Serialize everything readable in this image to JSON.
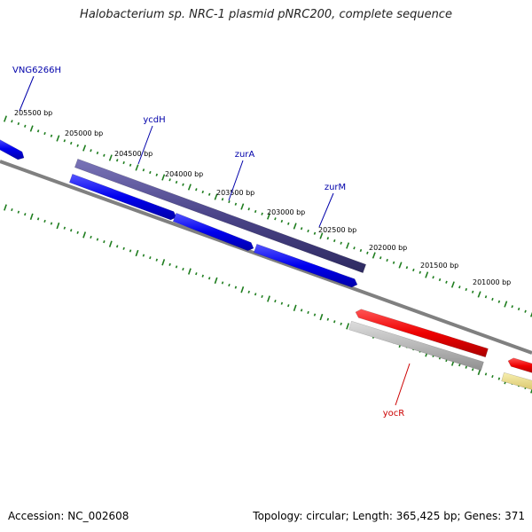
{
  "title": "Halobacterium sp. NRC-1 plasmid pNRC200, complete sequence",
  "colors": {
    "backbone": "#808080",
    "tick": "#1e7d1e",
    "forward_gene": "#0000ee",
    "forward_cds": "#4a4488",
    "reverse_gene": "#ee0000",
    "reverse_cds": "#b8b8b8",
    "misc_feature": "#eedd88",
    "forward_label": "#0000aa",
    "reverse_label": "#cc0000"
  },
  "scale": {
    "labels": [
      "205500 bp",
      "205000 bp",
      "204500 bp",
      "204000 bp",
      "203500 bp",
      "203000 bp",
      "202500 bp",
      "202000 bp",
      "201500 bp",
      "201000 bp"
    ]
  },
  "genes": [
    {
      "name": "VNG6266H",
      "strand": "forward"
    },
    {
      "name": "ycdH",
      "strand": "forward"
    },
    {
      "name": "zurA",
      "strand": "forward"
    },
    {
      "name": "zurM",
      "strand": "forward"
    },
    {
      "name": "yocR",
      "strand": "reverse"
    }
  ],
  "footer": {
    "accession": "Accession: NC_002608",
    "summary": "Topology: circular; Length: 365,425 bp; Genes: 371"
  }
}
